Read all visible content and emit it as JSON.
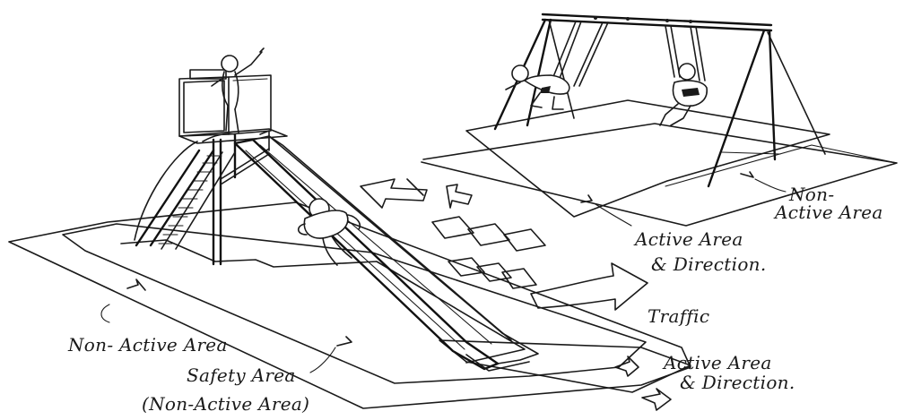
{
  "labels": {
    "non_active_swing": [
      "Non-",
      "Active Area"
    ],
    "active_swing": [
      "Active Area",
      "& Direction."
    ],
    "traffic": "Traffic",
    "non_active_left": "Non- Active Area",
    "safety": [
      "Safety Area",
      "(Non-Active Area)"
    ],
    "active_slide": [
      "Active Area",
      "& Direction."
    ]
  }
}
